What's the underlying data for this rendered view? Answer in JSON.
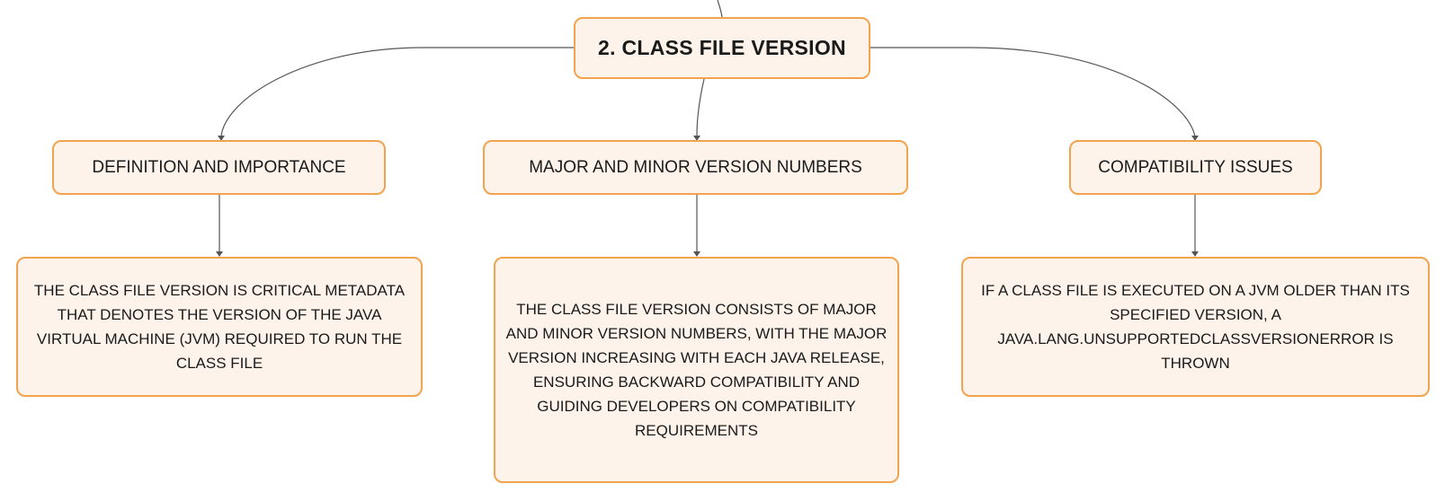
{
  "root": {
    "label": "2. CLASS FILE VERSION"
  },
  "branches": [
    {
      "label": "DEFINITION AND IMPORTANCE",
      "detail": "THE CLASS FILE VERSION IS CRITICAL METADATA THAT DENOTES THE VERSION OF THE JAVA VIRTUAL MACHINE (JVM) REQUIRED TO RUN THE CLASS FILE"
    },
    {
      "label": "MAJOR AND MINOR VERSION NUMBERS",
      "detail": "THE CLASS FILE VERSION CONSISTS OF MAJOR AND MINOR VERSION NUMBERS, WITH THE MAJOR VERSION INCREASING WITH EACH JAVA RELEASE, ENSURING BACKWARD COMPATIBILITY AND GUIDING DEVELOPERS ON COMPATIBILITY REQUIREMENTS"
    },
    {
      "label": "COMPATIBILITY ISSUES",
      "detail": "IF A CLASS FILE IS EXECUTED ON A JVM OLDER THAN ITS SPECIFIED VERSION, A JAVA.LANG.UNSUPPORTEDCLASSVERSIONERROR IS THROWN"
    }
  ],
  "colors": {
    "node_fill": "#fdf3ea",
    "node_border": "#f2a34e",
    "connector": "#555555"
  }
}
